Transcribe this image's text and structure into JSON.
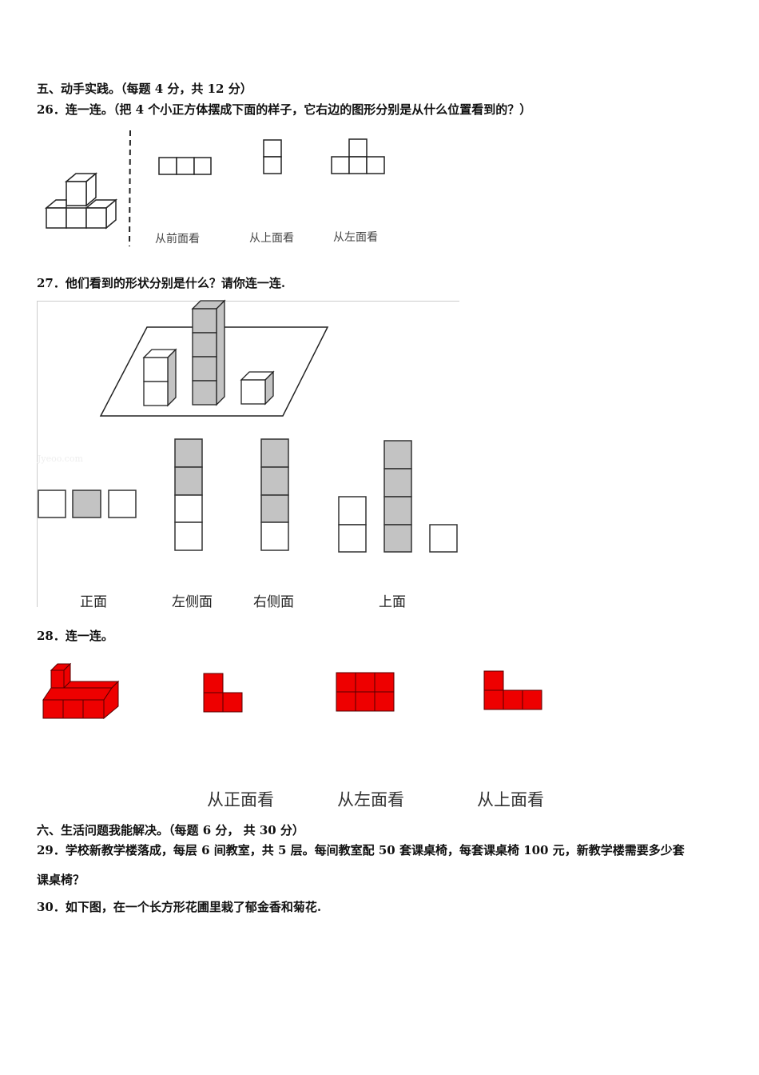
{
  "section5": {
    "heading": "五、动手实践。（每题 4 分，共 12 分）",
    "q26": {
      "text": "26．连一连。（把 4 个小正方体摆成下面的样子，它右边的图形分别是从什么位置看到的？）",
      "labels": [
        "从前面看",
        "从上面看",
        "从左面看"
      ]
    },
    "q27": {
      "text": "27．他们看到的形状分别是什么？请你连一连.",
      "watermark": "Jyeoo.com",
      "labels": [
        "正面",
        "左侧面",
        "右侧面",
        "上面"
      ]
    },
    "q28": {
      "text": "28．连一连。",
      "labels": [
        "从正面看",
        "从左面看",
        "从上面看"
      ]
    }
  },
  "section6": {
    "heading": "六、生活问题我能解决。（每题  6  分，  共  30  分）",
    "q29": {
      "line1": "29．学校新教学楼落成，每层 6 间教室，共 5 层。每间教室配 50 套课桌椅，每套课桌椅 100 元，新教学楼需要多少套",
      "line2": "课桌椅？"
    },
    "q30": {
      "text": "30．如下图，在一个长方形花圃里栽了郁金香和菊花."
    }
  },
  "colors": {
    "gray_fill": "#c3c3c3",
    "red_fill": "#ee0000",
    "stroke": "#222222"
  }
}
